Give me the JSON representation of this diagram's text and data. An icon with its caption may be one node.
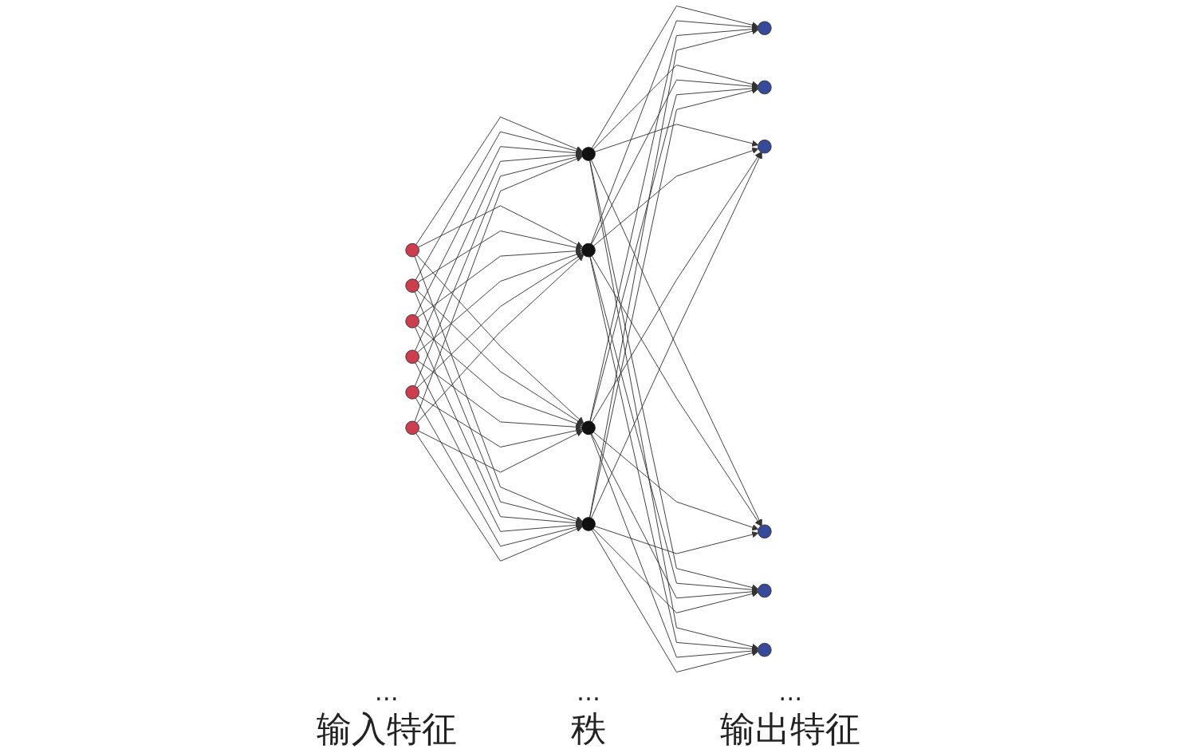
{
  "diagram": {
    "nodes": [
      {
        "text": [],
        "shape": "circle"
      },
      {
        "text": [],
        "shape": "circle"
      },
      {
        "text": [],
        "shape": "circle"
      },
      {
        "text": [],
        "shape": "circle"
      },
      {
        "text": [],
        "shape": "circle"
      },
      {
        "text": [],
        "shape": "circle"
      },
      {
        "text": [],
        "shape": "circle"
      },
      {
        "text": [],
        "shape": "circle"
      },
      {
        "text": [],
        "shape": "circle"
      },
      {
        "text": [],
        "shape": "circle"
      },
      {
        "text": [],
        "shape": "circle"
      },
      {
        "text": [],
        "shape": "circle"
      },
      {
        "text": [],
        "shape": "circle"
      },
      {
        "text": [],
        "shape": "circle"
      },
      {
        "text": [],
        "shape": "circle"
      },
      {
        "text": [],
        "shape": "circle"
      }
    ],
    "edges": [
      {
        "from": 0,
        "to": 6,
        "arrow": "to"
      },
      {
        "from": 0,
        "to": 7,
        "arrow": "to"
      },
      {
        "from": 0,
        "to": 8,
        "arrow": "to"
      },
      {
        "from": 0,
        "to": 9,
        "arrow": "to"
      },
      {
        "from": 1,
        "to": 6,
        "arrow": "to"
      },
      {
        "from": 1,
        "to": 7,
        "arrow": "to"
      },
      {
        "from": 1,
        "to": 8,
        "arrow": "to"
      },
      {
        "from": 1,
        "to": 9,
        "arrow": "to"
      },
      {
        "from": 2,
        "to": 6,
        "arrow": "to"
      },
      {
        "from": 2,
        "to": 7,
        "arrow": "to"
      },
      {
        "from": 2,
        "to": 8,
        "arrow": "to"
      },
      {
        "from": 2,
        "to": 9,
        "arrow": "to"
      },
      {
        "from": 3,
        "to": 6,
        "arrow": "to"
      },
      {
        "from": 3,
        "to": 7,
        "arrow": "to"
      },
      {
        "from": 3,
        "to": 8,
        "arrow": "to"
      },
      {
        "from": 3,
        "to": 9,
        "arrow": "to"
      },
      {
        "from": 4,
        "to": 6,
        "arrow": "to"
      },
      {
        "from": 4,
        "to": 7,
        "arrow": "to"
      },
      {
        "from": 4,
        "to": 8,
        "arrow": "to"
      },
      {
        "from": 4,
        "to": 9,
        "arrow": "to"
      },
      {
        "from": 5,
        "to": 6,
        "arrow": "to"
      },
      {
        "from": 5,
        "to": 7,
        "arrow": "to"
      },
      {
        "from": 5,
        "to": 8,
        "arrow": "to"
      },
      {
        "from": 5,
        "to": 9,
        "arrow": "to"
      },
      {
        "from": 6,
        "to": 10,
        "arrow": "to"
      },
      {
        "from": 6,
        "to": 11,
        "arrow": "to"
      },
      {
        "from": 6,
        "to": 12,
        "arrow": "to"
      },
      {
        "from": 6,
        "to": 13,
        "arrow": "to"
      },
      {
        "from": 6,
        "to": 14,
        "arrow": "to"
      },
      {
        "from": 6,
        "to": 15,
        "arrow": "to"
      },
      {
        "from": 7,
        "to": 10,
        "arrow": "to"
      },
      {
        "from": 7,
        "to": 11,
        "arrow": "to"
      },
      {
        "from": 7,
        "to": 12,
        "arrow": "to"
      },
      {
        "from": 7,
        "to": 13,
        "arrow": "to"
      },
      {
        "from": 7,
        "to": 14,
        "arrow": "to"
      },
      {
        "from": 7,
        "to": 15,
        "arrow": "to"
      },
      {
        "from": 8,
        "to": 10,
        "arrow": "to"
      },
      {
        "from": 8,
        "to": 11,
        "arrow": "to"
      },
      {
        "from": 8,
        "to": 12,
        "arrow": "to"
      },
      {
        "from": 8,
        "to": 13,
        "arrow": "to"
      },
      {
        "from": 8,
        "to": 14,
        "arrow": "to"
      },
      {
        "from": 8,
        "to": 15,
        "arrow": "to"
      },
      {
        "from": 9,
        "to": 10,
        "arrow": "to"
      },
      {
        "from": 9,
        "to": 11,
        "arrow": "to"
      },
      {
        "from": 9,
        "to": 12,
        "arrow": "to"
      },
      {
        "from": 9,
        "to": 13,
        "arrow": "to"
      },
      {
        "from": 9,
        "to": 14,
        "arrow": "to"
      },
      {
        "from": 9,
        "to": 15,
        "arrow": "to"
      }
    ],
    "labels": [
      "…",
      "…",
      "…",
      "输入特征",
      "秩",
      "输出特征"
    ]
  }
}
